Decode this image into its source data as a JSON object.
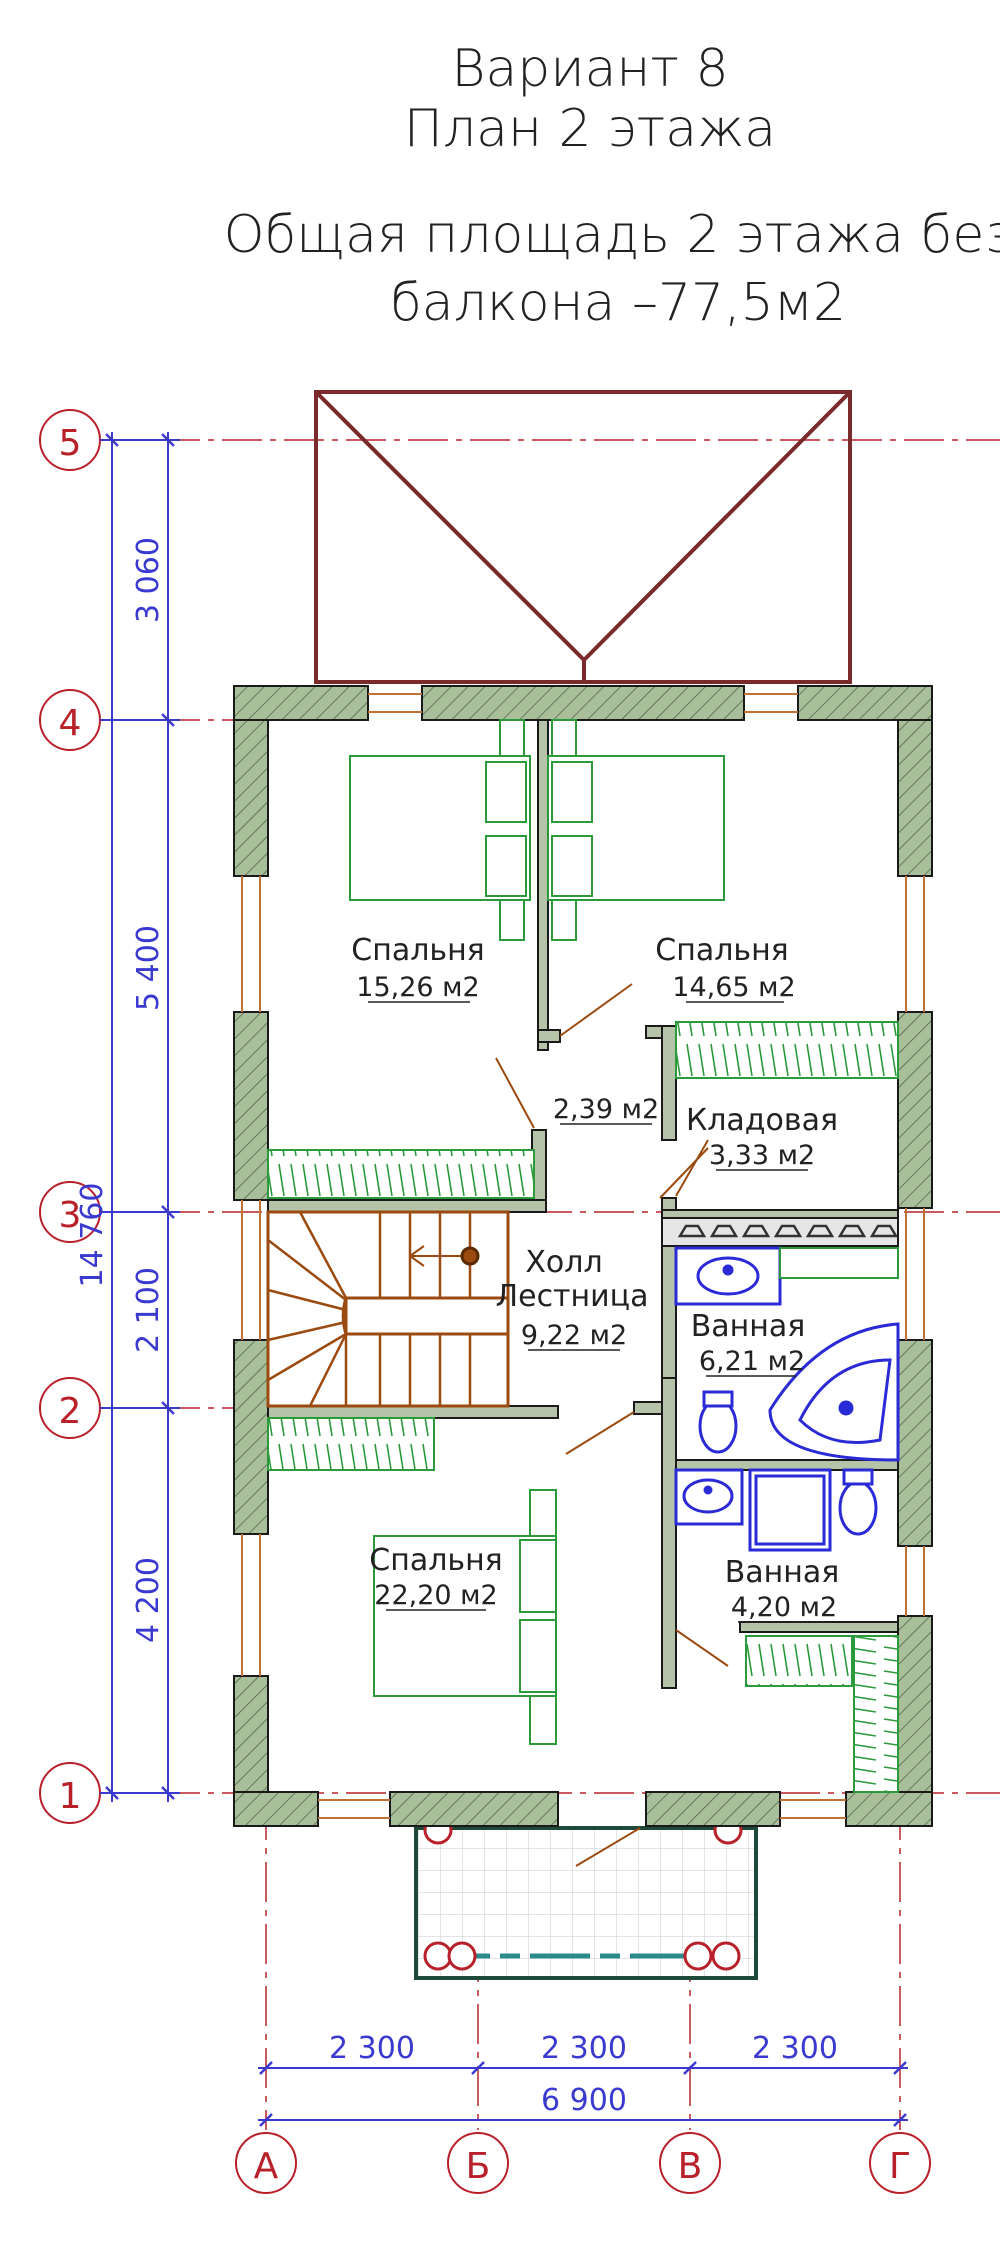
{
  "header": {
    "line1": "Вариант 8",
    "line2": "План 2 этажа",
    "line3": "Общая площадь 2 этажа без",
    "line4": "балкона  –77,5м2"
  },
  "rooms": {
    "bed_left": {
      "name": "Спальня",
      "area": "15,26 м2"
    },
    "bed_right": {
      "name": "Спальня",
      "area": "14,65 м2"
    },
    "corridor": {
      "area": "2,39 м2"
    },
    "storage": {
      "name": "Кладовая",
      "area": "3,33 м2"
    },
    "hall": {
      "name1": "Холл",
      "name2": "Лестница",
      "area": "9,22 м2"
    },
    "bath_upper": {
      "name": "Ванная",
      "area": "6,21 м2"
    },
    "bed_bottom": {
      "name": "Спальня",
      "area": "22,20 м2"
    },
    "bath_lower": {
      "name": "Ванная",
      "area": "4,20 м2"
    }
  },
  "axes": {
    "rows": [
      "5",
      "4",
      "3",
      "2",
      "1"
    ],
    "cols": [
      "А",
      "Б",
      "В",
      "Г"
    ]
  },
  "dimensions": {
    "vertical": [
      "3 060",
      "5 400",
      "2 100",
      "4 200"
    ],
    "vertical_total": "14 760",
    "horizontal": [
      "2 300",
      "2 300",
      "2 300"
    ],
    "horizontal_total": "6 900"
  },
  "colors": {
    "wall_fill": "#a9bf9a",
    "wall_stroke": "#1a1a1a",
    "axis": "#b8202a",
    "dimension": "#3a3ad0",
    "stairs": "#9b4a10",
    "furniture": "#2b9a3a",
    "plumbing": "#2a2ad6",
    "roof": "#7a2a2a"
  }
}
